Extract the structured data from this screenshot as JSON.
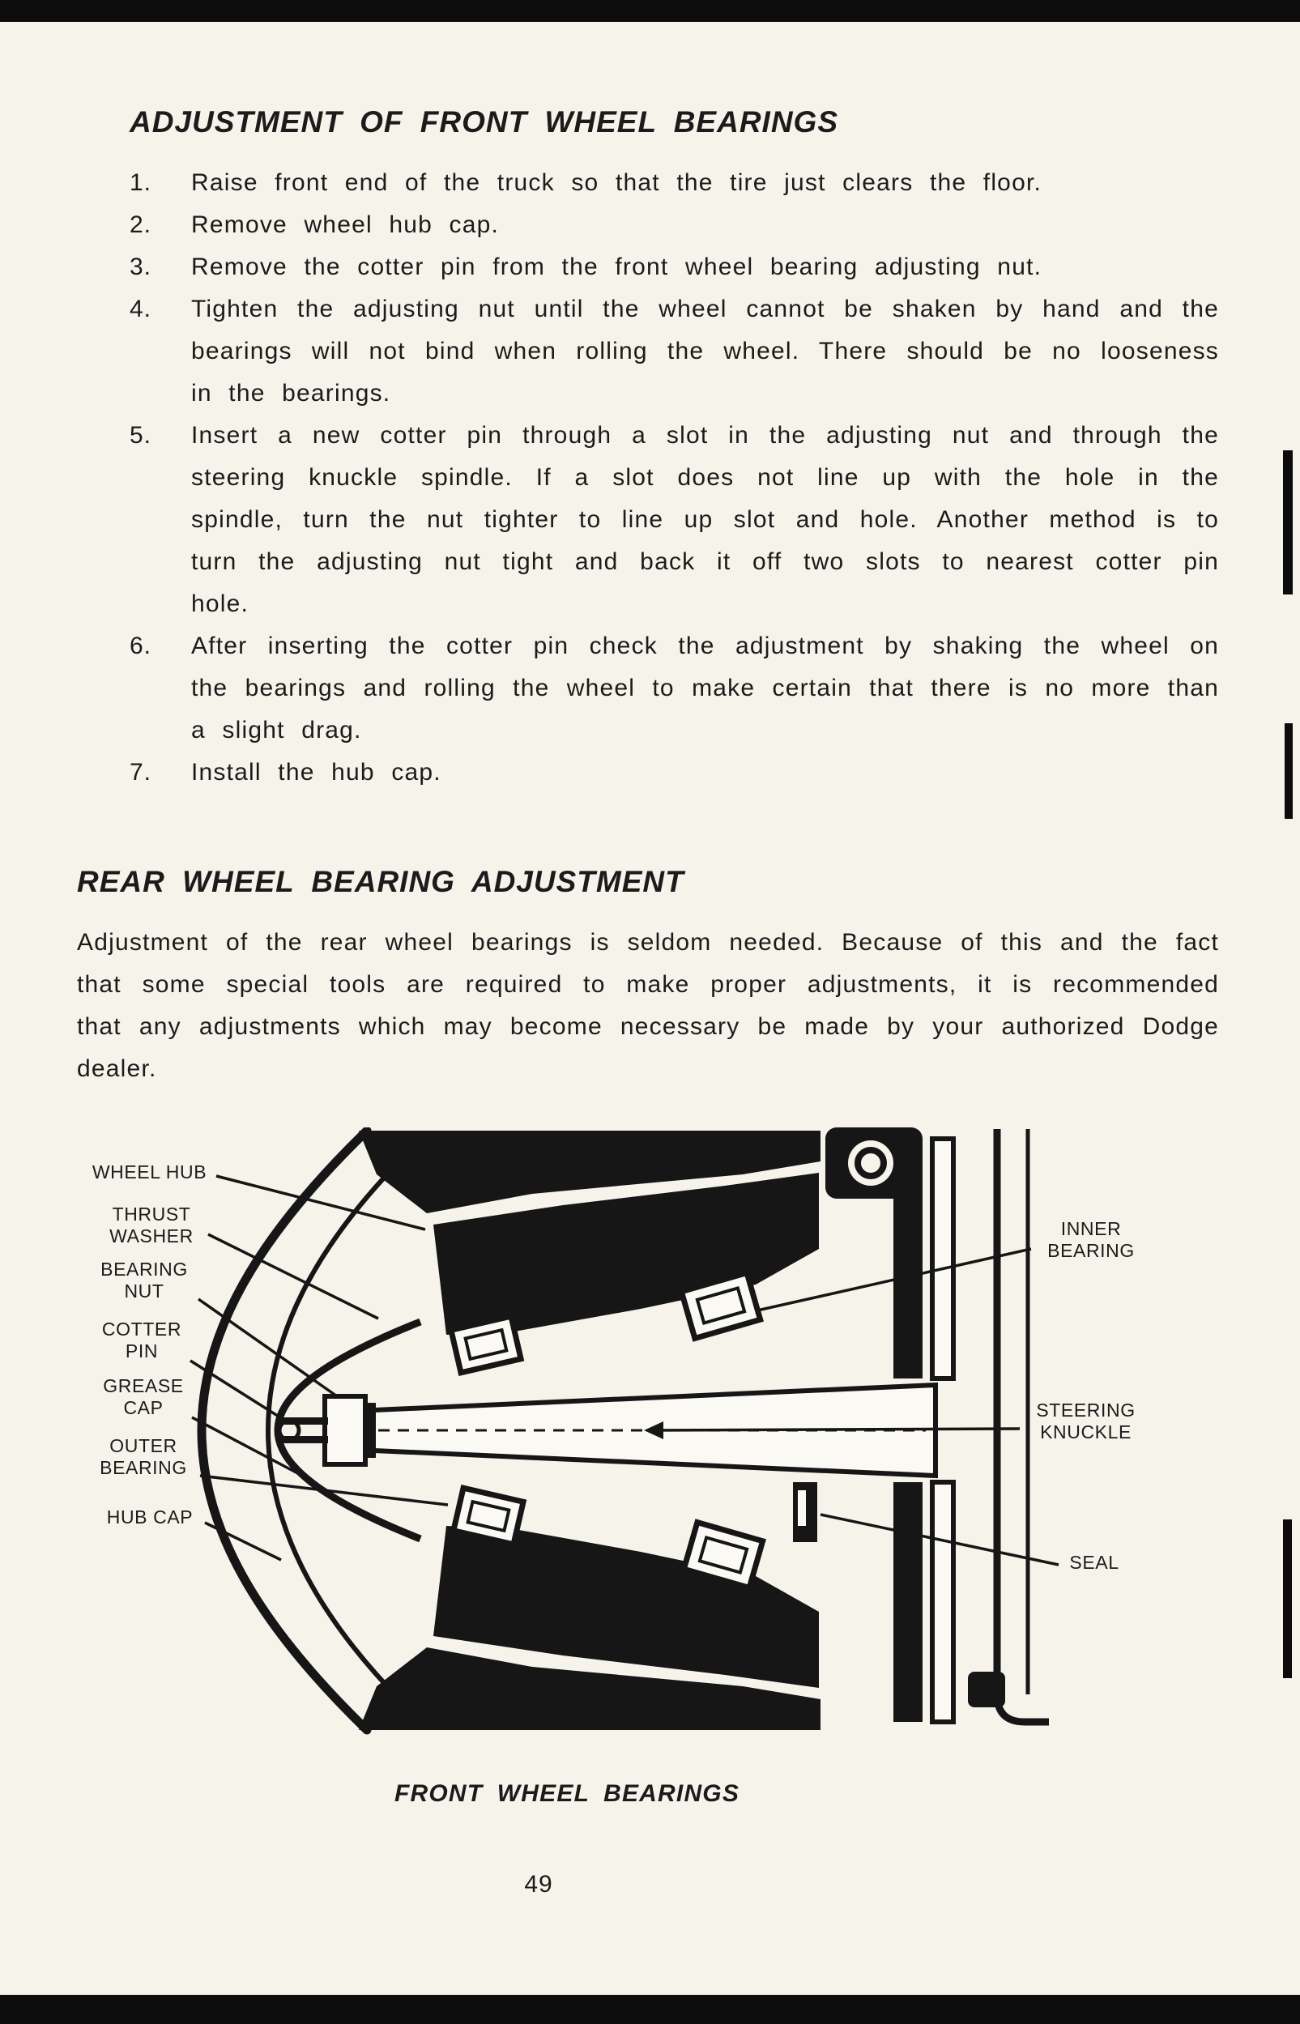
{
  "colors": {
    "paper": "#f6f3ea",
    "ink": "#1b1b1b"
  },
  "page_number": "49",
  "front_bearing_section": {
    "title": "ADJUSTMENT OF FRONT WHEEL BEARINGS",
    "steps": [
      {
        "num": "1.",
        "text": "Raise front end of the truck so that the tire just clears the floor."
      },
      {
        "num": "2.",
        "text": "Remove wheel hub cap."
      },
      {
        "num": "3.",
        "text": "Remove the cotter pin from the front wheel bearing adjusting nut."
      },
      {
        "num": "4.",
        "text": "Tighten the adjusting nut until the wheel cannot be shaken by hand and the bearings will not bind when rolling the wheel. There should be no looseness in the bearings."
      },
      {
        "num": "5.",
        "text": "Insert a new cotter pin through a slot in the adjusting nut and through the steering knuckle spindle. If a slot does not line up with the hole in the spindle, turn the nut tighter to line up slot and hole. Another method is to turn the adjusting nut tight and back it off two slots to nearest cotter pin hole."
      },
      {
        "num": "6.",
        "text": "After inserting the cotter pin check the adjustment by shaking the wheel on the bearings and rolling the wheel to make certain that there is no more than a slight drag."
      },
      {
        "num": "7.",
        "text": "Install the hub cap."
      }
    ]
  },
  "rear_bearing_section": {
    "title": "REAR WHEEL BEARING ADJUSTMENT",
    "body": "Adjustment of the rear wheel bearings is seldom needed. Because of this and the fact that some special tools are required to make proper adjustments, it is recommended that any adjustments which may become necessary be made by your authorized Dodge dealer."
  },
  "figure": {
    "caption": "FRONT WHEEL BEARINGS",
    "labels": {
      "left": [
        "WHEEL HUB",
        "THRUST WASHER",
        "BEARING NUT",
        "COTTER PIN",
        "GREASE CAP",
        "OUTER BEARING",
        "HUB CAP"
      ],
      "right": [
        "INNER BEARING",
        "STEERING KNUCKLE",
        "SEAL"
      ]
    }
  }
}
